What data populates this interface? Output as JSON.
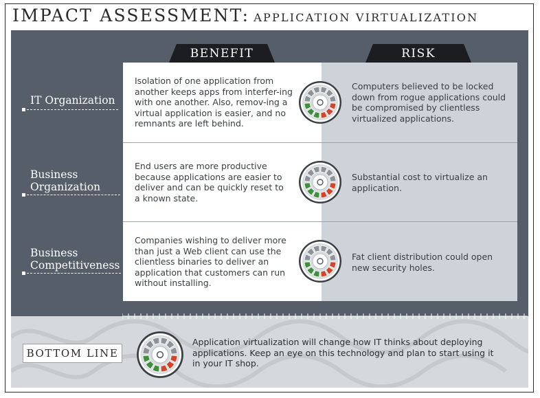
{
  "title": {
    "main": "IMPACT ASSESSMENT:",
    "sub": "APPLICATION VIRTUALIZATION"
  },
  "headers": {
    "benefit": "BENEFIT",
    "risk": "RISK"
  },
  "rows": [
    {
      "label_lines": [
        "IT Organization"
      ],
      "benefit": "Isolation of one application from another keeps apps from interfer-ing with one another. Also, remov-ing a virtual application is easier, and no remnants are left behind.",
      "risk": "Computers believed to be locked down from rogue applications could be compromised by clientless virtualized applications."
    },
    {
      "label_lines": [
        "Business",
        "Organization"
      ],
      "benefit": "End users are more productive because applications are easier to deliver and can be quickly reset to a known state.",
      "risk": "Substantial cost to virtualize an application."
    },
    {
      "label_lines": [
        "Business",
        "Competitiveness"
      ],
      "benefit": "Companies wishing to deliver more than just a Web client can use the clientless binaries to deliver an application that customers can run without installing.",
      "risk": "Fat client distribution could open new security holes."
    }
  ],
  "bottom_line": {
    "label": "BOTTOM LINE",
    "text": "Application virtualization will change how IT thinks about deploying applications. Keep an eye on this technology and plan to start using it in your IT shop."
  },
  "colors": {
    "panel": "#565e69",
    "risk_cell": "#ced3d9",
    "gauge_green": "#3f8f3f",
    "gauge_red": "#d2452b",
    "gauge_gray": "#8e9399"
  },
  "gauge_icon": "balance-gauge-icon"
}
